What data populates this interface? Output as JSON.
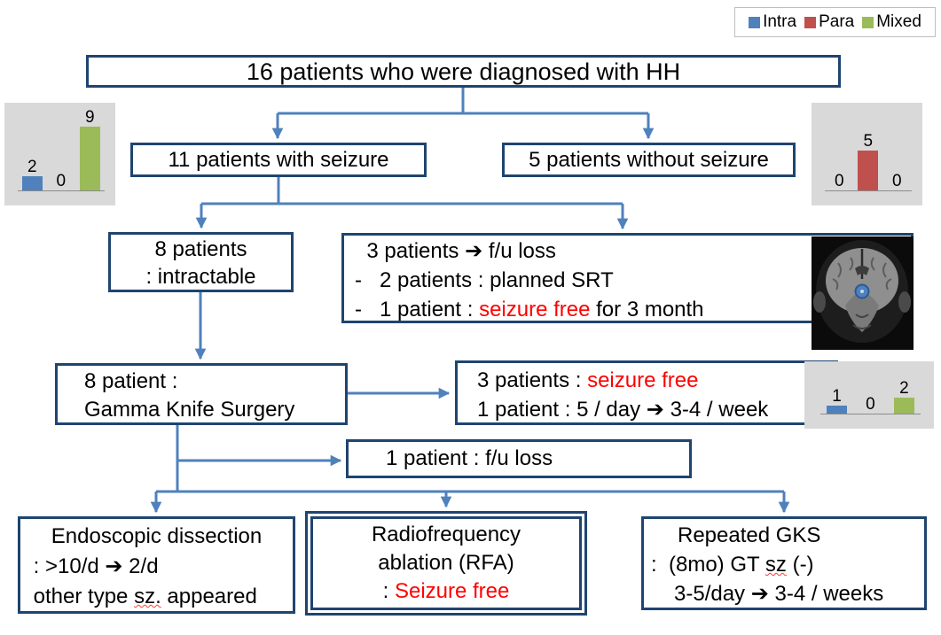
{
  "colors": {
    "box_border": "#1F4470",
    "arrow": "#4F81BD",
    "red_text": "#FF0000",
    "chart_panel_bg": "#D9D9D9",
    "intra": "#4F81BD",
    "para": "#C0504D",
    "mixed": "#9BBB59"
  },
  "legend": {
    "items": [
      {
        "label": "Intra",
        "color": "#4F81BD"
      },
      {
        "label": "Para",
        "color": "#C0504D"
      },
      {
        "label": "Mixed",
        "color": "#9BBB59"
      }
    ]
  },
  "chart_data": [
    {
      "type": "bar",
      "panel": "top-left",
      "categories": [
        "Intra",
        "Para",
        "Mixed"
      ],
      "values": [
        2,
        0,
        9
      ],
      "colors": [
        "#4F81BD",
        "#C0504D",
        "#9BBB59"
      ],
      "title": "",
      "xlabel": "",
      "ylabel": "",
      "legend_position": "top-right",
      "grid": false
    },
    {
      "type": "bar",
      "panel": "top-right",
      "categories": [
        "Intra",
        "Para",
        "Mixed"
      ],
      "values": [
        0,
        5,
        0
      ],
      "colors": [
        "#4F81BD",
        "#C0504D",
        "#9BBB59"
      ],
      "title": "",
      "xlabel": "",
      "ylabel": "",
      "legend_position": "top-right",
      "grid": false
    },
    {
      "type": "bar",
      "panel": "middle-right",
      "categories": [
        "Intra",
        "Para",
        "Mixed"
      ],
      "values": [
        1,
        0,
        2
      ],
      "colors": [
        "#4F81BD",
        "#C0504D",
        "#9BBB59"
      ],
      "title": "",
      "xlabel": "",
      "ylabel": "",
      "legend_position": "top-right",
      "grid": false
    }
  ],
  "flow": {
    "diagnosed": {
      "text": "16 patients who were diagnosed with HH"
    },
    "with_seizure": {
      "text": "11 patients with seizure"
    },
    "without_seizure": {
      "text": "5 patients without seizure"
    },
    "intractable": {
      "line1": "8 patients",
      "line2": ": intractable"
    },
    "fu_loss3": {
      "line1": "  3 patients ➔ f/u loss",
      "line2": "-   2 patients : planned SRT",
      "line3_pre": "-   1 patient : ",
      "line3_red": "seizure free",
      "line3_post": " for 3 month"
    },
    "gks": {
      "line1": "8 patient :",
      "line2": "Gamma Knife Surgery"
    },
    "outcome": {
      "line1_pre": "3 patients : ",
      "line1_red": "seizure free",
      "line2": "1 patient : 5 / day ➔ 3-4 / week"
    },
    "fu_loss1": {
      "text": "1 patient : f/u loss"
    },
    "endoscopic": {
      "line1": "Endoscopic dissection",
      "line2": " : >10/d ➔ 2/d",
      "line3_pre": " other type ",
      "line3_wavy": "sz.",
      "line3_post": " appeared"
    },
    "rfa": {
      "line1": "Radiofrequency",
      "line2": "ablation (RFA)",
      "line3_pre": ": ",
      "line3_red": "Seizure free"
    },
    "repeat_gks": {
      "line1": "Repeated GKS",
      "line2_pre": ":  (8mo) GT ",
      "line2_wavy": "sz",
      "line2_post": " (-)",
      "line3": "3-5/day ➔ 3-4 / weeks"
    }
  }
}
